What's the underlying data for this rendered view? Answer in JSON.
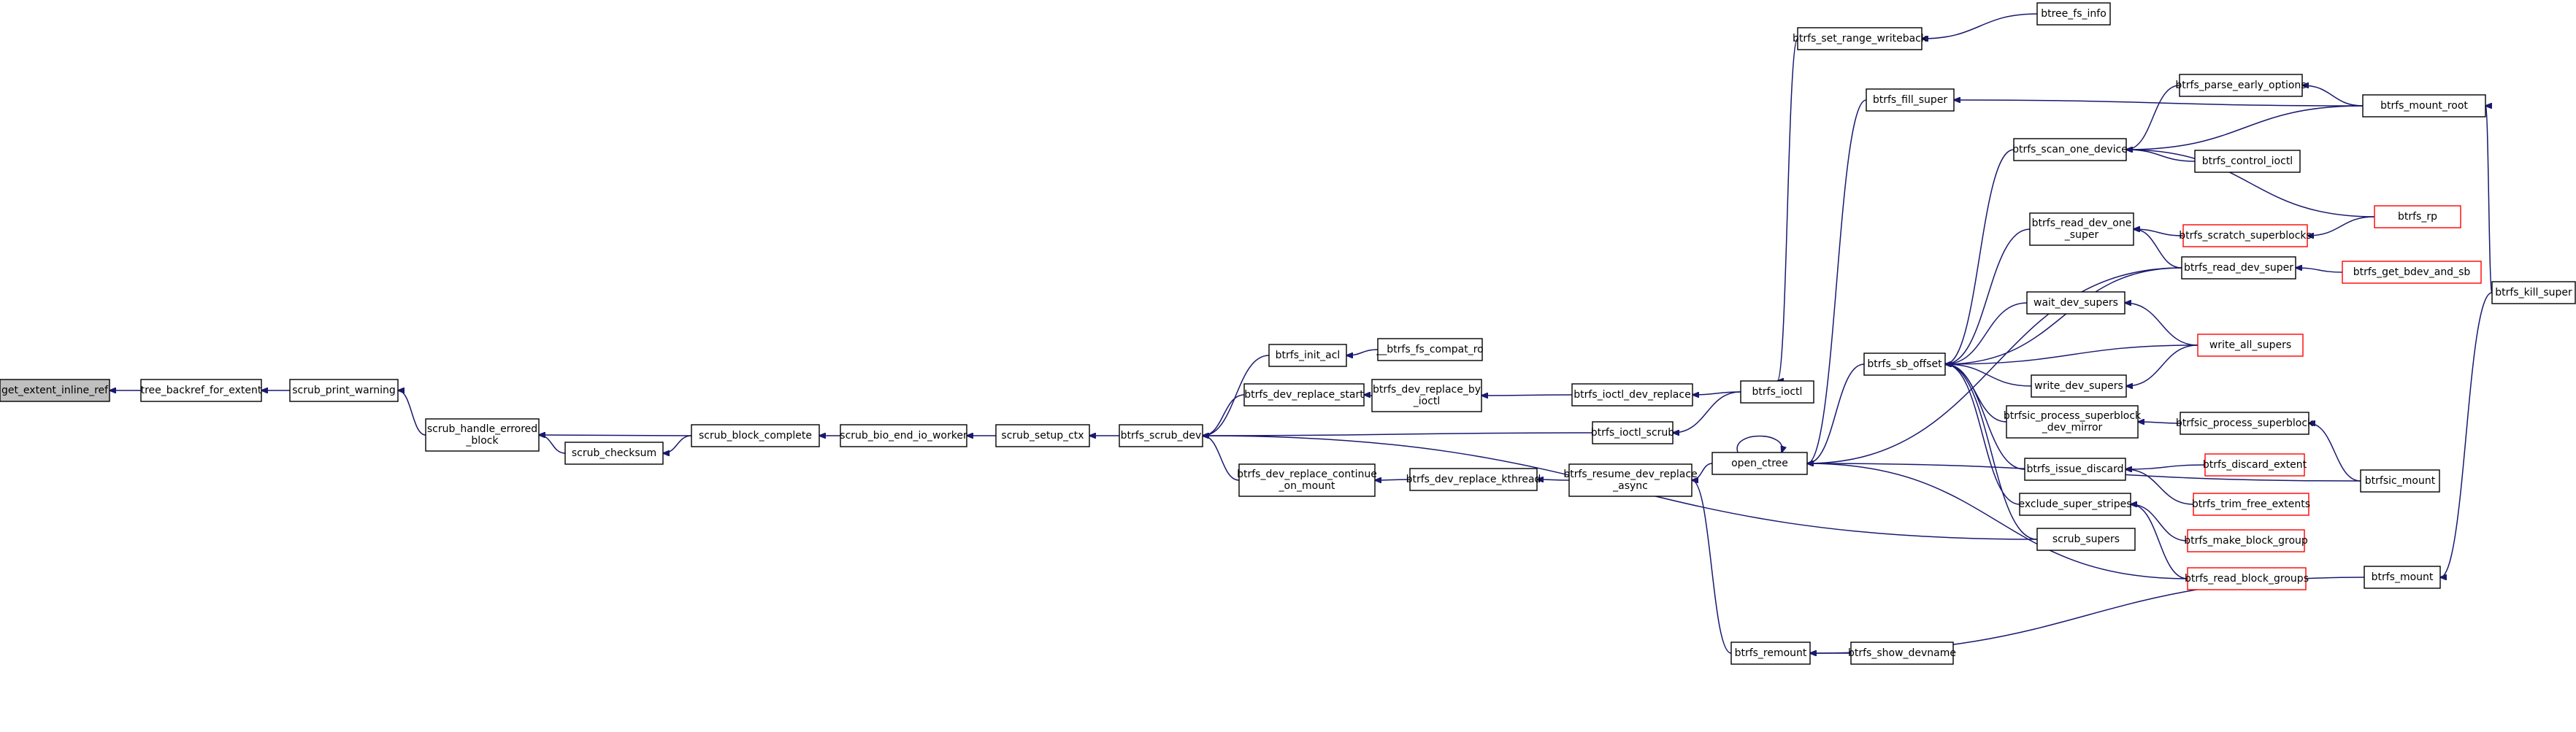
{
  "colors": {
    "edge": "#191970",
    "box_border": "#000000",
    "red_border": "#ff0000",
    "root_fill": "#bfbfbf"
  },
  "nodes": [
    {
      "id": "n0",
      "lines": [
        "get_extent_inline_ref"
      ],
      "root": true
    },
    {
      "id": "n1",
      "lines": [
        "tree_backref_for_extent"
      ]
    },
    {
      "id": "n2",
      "lines": [
        "scrub_print_warning"
      ]
    },
    {
      "id": "n3",
      "lines": [
        "scrub_handle_errored",
        "_block"
      ]
    },
    {
      "id": "n4",
      "lines": [
        "scrub_checksum"
      ]
    },
    {
      "id": "n5",
      "lines": [
        "scrub_block_complete"
      ]
    },
    {
      "id": "n6",
      "lines": [
        "scrub_bio_end_io_worker"
      ]
    },
    {
      "id": "n7",
      "lines": [
        "scrub_setup_ctx"
      ]
    },
    {
      "id": "n8",
      "lines": [
        "btrfs_scrub_dev"
      ]
    },
    {
      "id": "n9",
      "lines": [
        "btrfs_init_acl"
      ]
    },
    {
      "id": "n10",
      "lines": [
        "__btrfs_fs_compat_ro"
      ]
    },
    {
      "id": "n11",
      "lines": [
        "btrfs_dev_replace_start"
      ]
    },
    {
      "id": "n12",
      "lines": [
        "btrfs_dev_replace_by",
        "_ioctl"
      ]
    },
    {
      "id": "n13",
      "lines": [
        "btrfs_ioctl_dev_replace"
      ]
    },
    {
      "id": "n14",
      "lines": [
        "btrfs_ioctl"
      ]
    },
    {
      "id": "n15",
      "lines": [
        "btrfs_ioctl_scrub"
      ]
    },
    {
      "id": "n16",
      "lines": [
        "btrfs_dev_replace_continue",
        "_on_mount"
      ]
    },
    {
      "id": "n17",
      "lines": [
        "btrfs_dev_replace_kthread"
      ]
    },
    {
      "id": "n18",
      "lines": [
        "btrfs_resume_dev_replace",
        "_async"
      ]
    },
    {
      "id": "n19",
      "lines": [
        "open_ctree"
      ]
    },
    {
      "id": "n20",
      "lines": [
        "btrfs_remount"
      ]
    },
    {
      "id": "n21",
      "lines": [
        "btrfs_show_devname"
      ]
    },
    {
      "id": "n22",
      "lines": [
        "btrfs_set_range_writeback"
      ]
    },
    {
      "id": "n23",
      "lines": [
        "btree_fs_info"
      ]
    },
    {
      "id": "n24",
      "lines": [
        "btrfs_fill_super"
      ]
    },
    {
      "id": "n25",
      "lines": [
        "btrfs_sb_offset"
      ]
    },
    {
      "id": "n26",
      "lines": [
        "btrfs_scan_one_device"
      ]
    },
    {
      "id": "n27",
      "lines": [
        "btrfs_parse_early_options"
      ]
    },
    {
      "id": "n28",
      "lines": [
        "btrfs_mount_root"
      ]
    },
    {
      "id": "n29",
      "lines": [
        "btrfs_control_ioctl"
      ]
    },
    {
      "id": "n30",
      "lines": [
        "btrfs_read_dev_one",
        "_super"
      ]
    },
    {
      "id": "n31",
      "lines": [
        "btrfs_scratch_superblocks"
      ],
      "red": true
    },
    {
      "id": "n32",
      "lines": [
        "btrfs_rp"
      ],
      "red": true
    },
    {
      "id": "n33",
      "lines": [
        "btrfs_read_dev_super"
      ]
    },
    {
      "id": "n34",
      "lines": [
        "btrfs_get_bdev_and_sb"
      ],
      "red": true
    },
    {
      "id": "n35",
      "lines": [
        "btrfs_kill_super"
      ]
    },
    {
      "id": "n36",
      "lines": [
        "wait_dev_supers"
      ]
    },
    {
      "id": "n37",
      "lines": [
        "write_all_supers"
      ],
      "red": true
    },
    {
      "id": "n38",
      "lines": [
        "write_dev_supers"
      ]
    },
    {
      "id": "n39",
      "lines": [
        "btrfsic_process_superblock",
        "_dev_mirror"
      ]
    },
    {
      "id": "n40",
      "lines": [
        "btrfsic_process_superblock"
      ]
    },
    {
      "id": "n41",
      "lines": [
        "btrfs_issue_discard"
      ]
    },
    {
      "id": "n42",
      "lines": [
        "btrfs_discard_extent"
      ],
      "red": true
    },
    {
      "id": "n43",
      "lines": [
        "btrfs_trim_free_extents"
      ],
      "red": true
    },
    {
      "id": "n44",
      "lines": [
        "exclude_super_stripes"
      ]
    },
    {
      "id": "n45",
      "lines": [
        "btrfs_make_block_group"
      ],
      "red": true
    },
    {
      "id": "n46",
      "lines": [
        "scrub_supers"
      ]
    },
    {
      "id": "n47",
      "lines": [
        "btrfs_read_block_groups"
      ],
      "red": true
    },
    {
      "id": "n48",
      "lines": [
        "btrfsic_mount"
      ]
    },
    {
      "id": "n49",
      "lines": [
        "btrfs_mount"
      ]
    }
  ]
}
